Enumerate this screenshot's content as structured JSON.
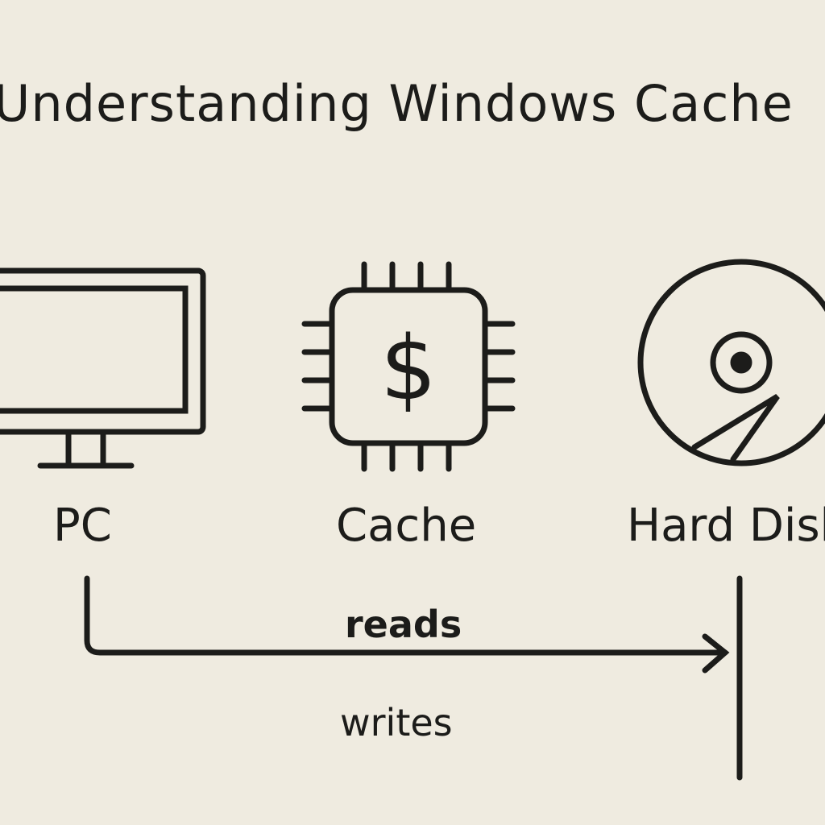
{
  "title": "Understanding Windows Cache",
  "labels": {
    "pc": "PC",
    "cache": "Cache",
    "hard_disk": "Hard Disk"
  },
  "cache_symbol": "$",
  "arrows": {
    "reads": "reads",
    "writes": "writes"
  }
}
